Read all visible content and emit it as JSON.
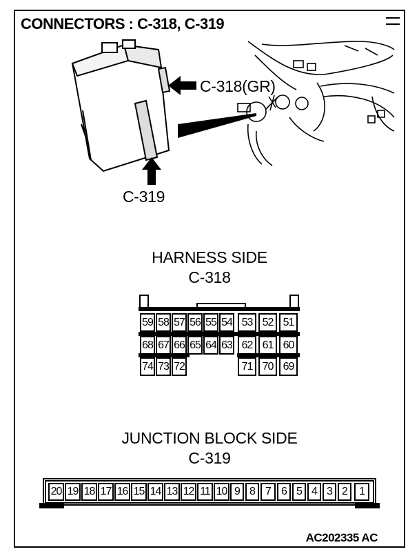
{
  "title": "CONNECTORS : C-318, C-319",
  "callouts": {
    "c318_label": "C-318(GR)",
    "c319_label": "C-319"
  },
  "harness": {
    "heading": "HARNESS SIDE",
    "connector": "C-318",
    "row1": [
      "59",
      "58",
      "57",
      "56",
      "55",
      "54",
      "53",
      "52",
      "51"
    ],
    "row2": [
      "68",
      "67",
      "66",
      "65",
      "64",
      "63",
      "62",
      "61",
      "60"
    ],
    "row3_left": [
      "74",
      "73",
      "72"
    ],
    "row3_right": [
      "71",
      "70",
      "69"
    ]
  },
  "junction": {
    "heading": "JUNCTION BLOCK SIDE",
    "connector": "C-319",
    "pins": [
      "20",
      "19",
      "18",
      "17",
      "16",
      "15",
      "14",
      "13",
      "12",
      "11",
      "10",
      "9",
      "8",
      "7",
      "6",
      "5",
      "4",
      "3",
      "2",
      "1"
    ]
  },
  "figure_code": "AC202335 AC"
}
